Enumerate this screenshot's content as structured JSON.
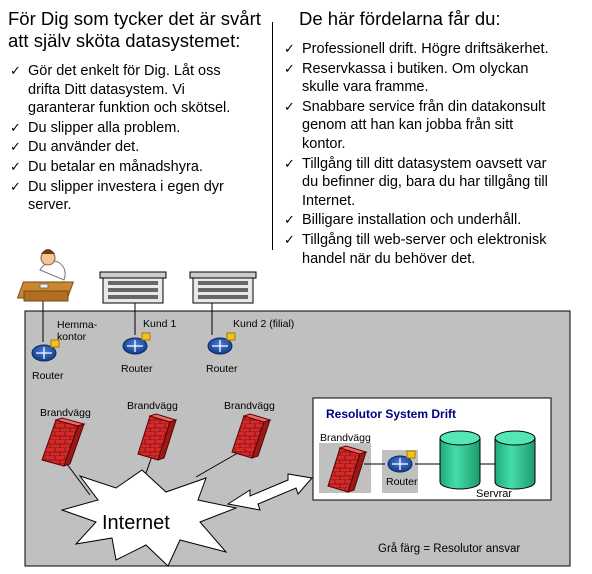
{
  "left": {
    "heading_line1": "För Dig som tycker det är svårt",
    "heading_line2": "att själv sköta datasystemet:",
    "items": [
      {
        "lines": [
          "Gör det enkelt för Dig. Låt oss",
          "drifta Ditt datasystem. Vi",
          "garanterar funktion och skötsel."
        ]
      },
      {
        "lines": [
          "Du slipper alla problem."
        ]
      },
      {
        "lines": [
          "Du använder det."
        ]
      },
      {
        "lines": [
          "Du betalar en månadshyra."
        ]
      },
      {
        "lines": [
          "Du slipper investera i egen dyr",
          "server."
        ]
      }
    ]
  },
  "right": {
    "heading": "De här fördelarna får du:",
    "items": [
      {
        "lines": [
          "Professionell drift. Högre driftsäkerhet."
        ]
      },
      {
        "lines": [
          "Reservkassa i butiken. Om olyckan",
          "skulle vara framme."
        ]
      },
      {
        "lines": [
          "Snabbare service från din datakonsult",
          "genom att han kan jobba från sitt",
          "kontor."
        ]
      },
      {
        "lines": [
          "Tillgång till ditt datasystem oavsett var",
          "du befinner dig, bara du har tillgång till",
          "Internet."
        ]
      },
      {
        "lines": [
          "Billigare installation och underhåll."
        ]
      },
      {
        "lines": [
          "Tillgång till web-server och elektronisk",
          "handel när du behöver det."
        ]
      }
    ]
  },
  "diagram": {
    "site_hemma_line1": "Hemma-",
    "site_hemma_line2": "kontor",
    "site_kund1": "Kund 1",
    "site_kund2": "Kund 2 (filial)",
    "router_label": "Router",
    "firewall_label": "Brandvägg",
    "internet_label": "Internet",
    "resolutor_title": "Resolutor System Drift",
    "servers_label": "Servrar",
    "legend": "Grå färg = Resolutor ansvar"
  },
  "colors": {
    "gray_area": "#c0c0c0",
    "title_blue": "#00007f",
    "firewall_red": "#cc2020",
    "router_blue": "#1f4aa8",
    "server_green": "#33cc99"
  }
}
